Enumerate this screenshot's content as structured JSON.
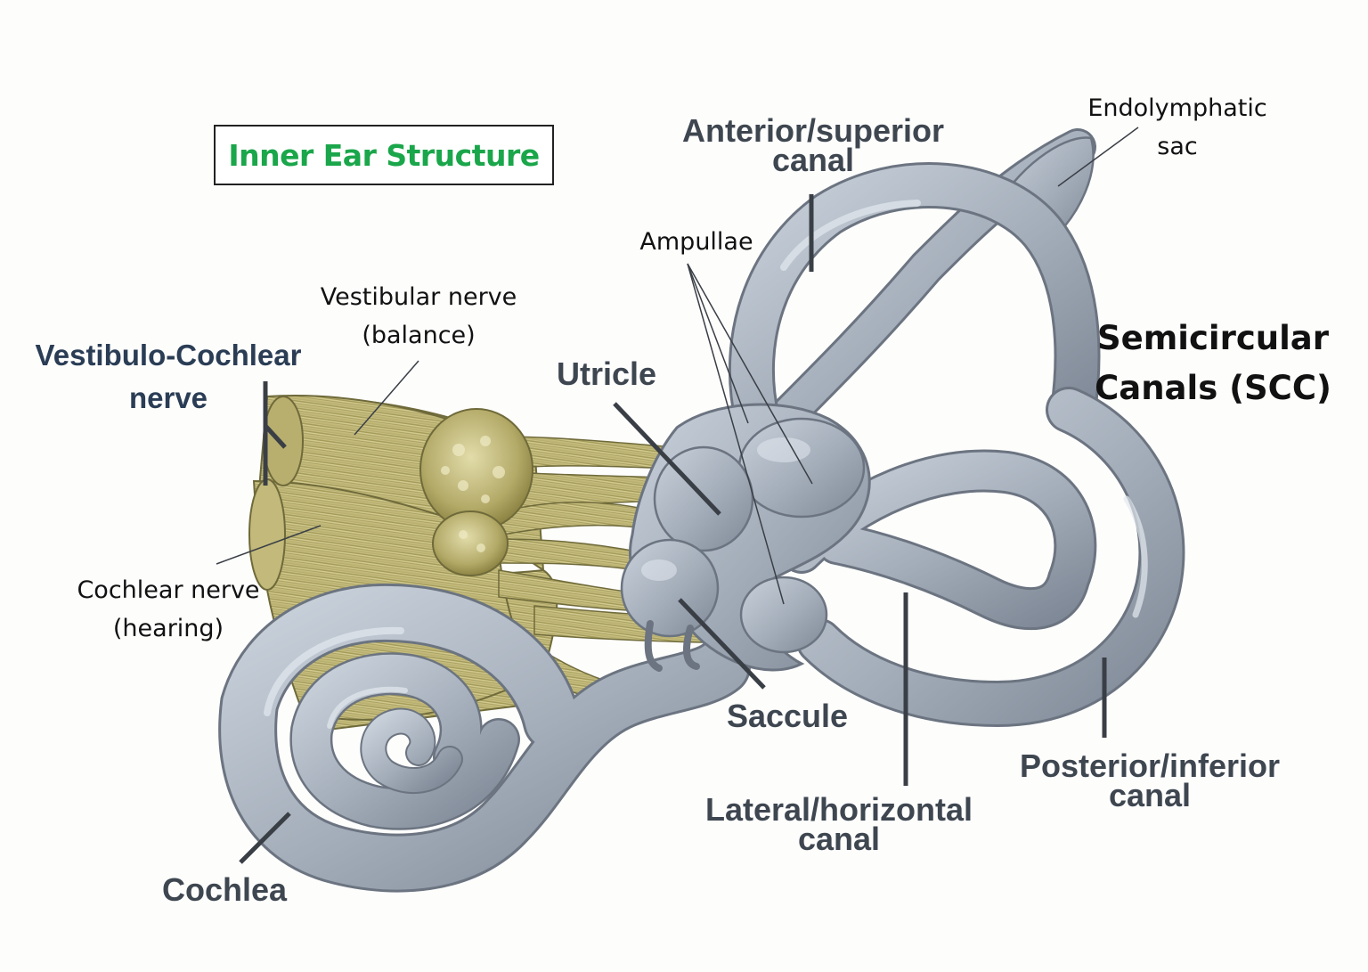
{
  "title": "Inner Ear Structure",
  "labels": {
    "anterior_canal": [
      "Anterior/superior",
      "canal"
    ],
    "endolymphatic_sac": [
      "Endolymphatic",
      "sac"
    ],
    "ampullae": "Ampullae",
    "vestibular_nerve": [
      "Vestibular nerve",
      "(balance)"
    ],
    "vestibulocochlear_nerve": [
      "Vestibulo-Cochlear",
      "nerve"
    ],
    "utricle": "Utricle",
    "semicircular_canals": [
      "Semicircular",
      "Canals (SCC)"
    ],
    "cochlear_nerve": [
      "Cochlear nerve",
      "(hearing)"
    ],
    "saccule": "Saccule",
    "posterior_canal": [
      "Posterior/inferior",
      "canal"
    ],
    "lateral_canal": [
      "Lateral/horizontal",
      "canal"
    ],
    "cochlea": "Cochlea"
  },
  "colors": {
    "title": "#1aa64a",
    "bone": "#aab4c0",
    "nerve": "#c9c184",
    "structure_label": "#3e4650",
    "nerve_label": "#2a3d55"
  }
}
